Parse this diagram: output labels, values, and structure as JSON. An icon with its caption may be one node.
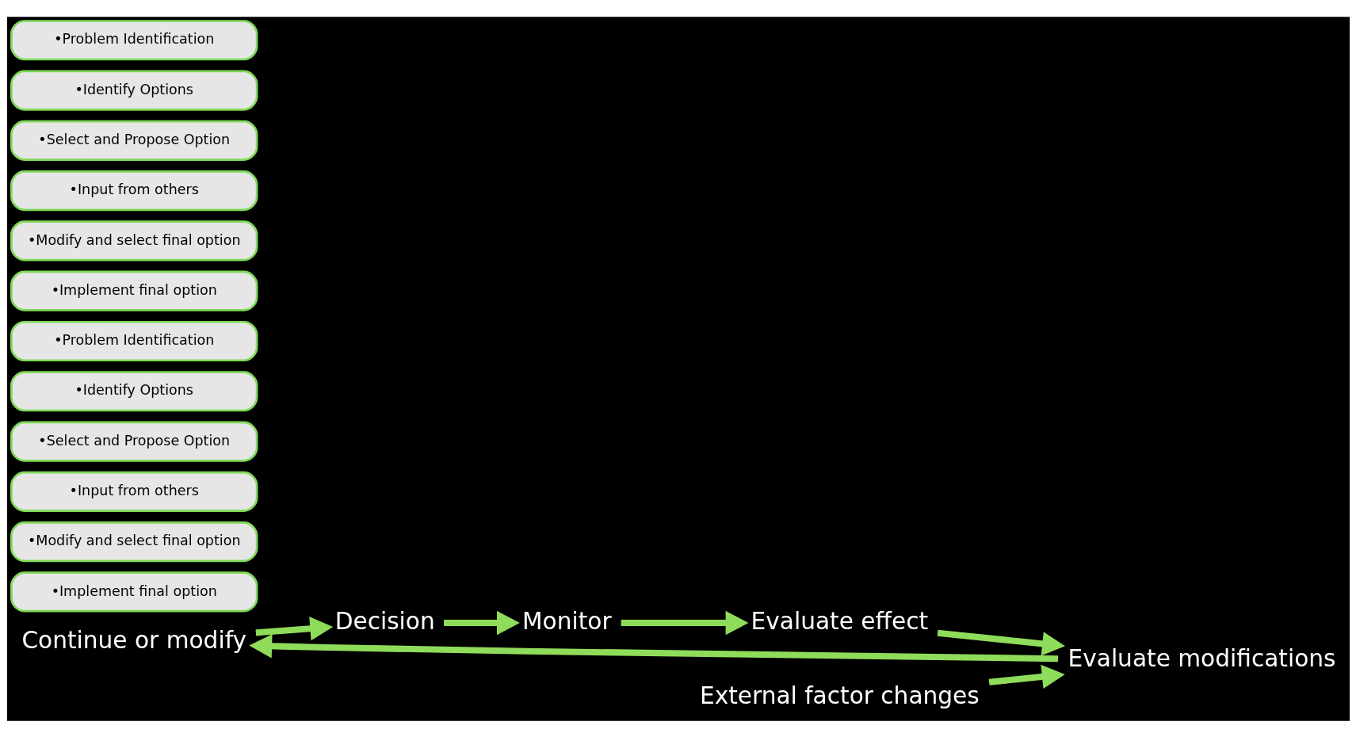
{
  "diagram": {
    "nodes": [
      {
        "text": [
          "Continue or modify"
        ]
      },
      {
        "text": [
          "Decision"
        ]
      },
      {
        "text": [
          "•Problem Identification"
        ]
      },
      {
        "text": [
          "•Identify Options"
        ]
      },
      {
        "text": [
          "•Select and Propose Option"
        ]
      },
      {
        "text": [
          "•Input from others"
        ]
      },
      {
        "text": [
          "•Modify and select final option"
        ]
      },
      {
        "text": [
          "•Implement final option"
        ]
      },
      {
        "text": [
          "•Problem Identification"
        ]
      },
      {
        "text": [
          "•Identify Options"
        ]
      },
      {
        "text": [
          "•Select and Propose Option"
        ]
      },
      {
        "text": [
          "•Input from others"
        ]
      },
      {
        "text": [
          "•Modify and select final option"
        ]
      },
      {
        "text": [
          "•Implement final option"
        ]
      },
      {
        "text": [
          "External factor changes"
        ]
      },
      {
        "text": [
          "Evaluate modifications"
        ]
      },
      {
        "text": [
          "Monitor"
        ]
      },
      {
        "text": [
          "Evaluate effect"
        ]
      }
    ],
    "edges": [
      {
        "from": 14,
        "to": 15,
        "arrow": "to"
      },
      {
        "from": 15,
        "to": 0,
        "arrow": "to"
      },
      {
        "from": 0,
        "to": 1,
        "arrow": "to"
      },
      {
        "from": 1,
        "to": 16,
        "arrow": "to"
      },
      {
        "from": 16,
        "to": 17,
        "arrow": "to"
      },
      {
        "from": 17,
        "to": 15,
        "arrow": "to"
      }
    ]
  }
}
